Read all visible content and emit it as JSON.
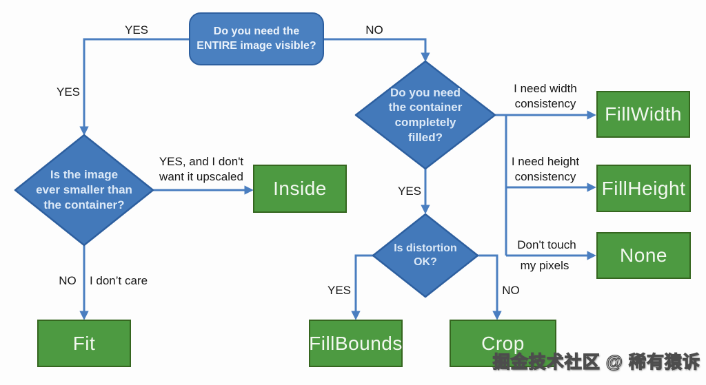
{
  "palette": {
    "node_blue": "#4379ba",
    "node_blue_border": "#2d5f9f",
    "result_green": "#4d9a41",
    "result_green_border": "#35661f",
    "connector_blue": "#4a7ec0",
    "label_black": "#161616"
  },
  "nodes": {
    "start": {
      "label": "Do you need the\nENTIRE image visible?"
    },
    "smaller": {
      "label": "Is the image\never smaller than\nthe container?"
    },
    "filled": {
      "label": "Do you need\nthe container\ncompletely\nfilled?"
    },
    "distortion": {
      "label": "Is distortion\nOK?"
    },
    "inside": {
      "label": "Inside"
    },
    "fit": {
      "label": "Fit"
    },
    "fill_width": {
      "label": "FillWidth"
    },
    "fill_height": {
      "label": "FillHeight"
    },
    "none": {
      "label": "None"
    },
    "fill_bounds": {
      "label": "FillBounds"
    },
    "crop": {
      "label": "Crop"
    }
  },
  "edge_labels": {
    "yes_top": "YES",
    "no_top": "NO",
    "yes_left": "YES",
    "yes_upscaled": "YES, and I don't\nwant it upscaled",
    "no_bottom": "NO",
    "dont_care": "I don’t care",
    "width_consistency": "I need width\nconsistency",
    "height_consistency": "I need height\nconsistency",
    "dont_touch_top": "Don't touch",
    "dont_touch_bottom": "my pixels",
    "yes_filled": "YES",
    "yes_distortion": "YES",
    "no_distortion": "NO"
  },
  "watermark": "掘金技术社区 @ 稀有猿诉"
}
